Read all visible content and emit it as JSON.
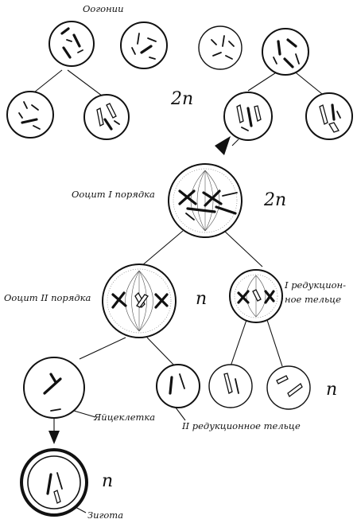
{
  "labels": {
    "oogonia": "Оогонии",
    "oocyte1": "Ооцит I порядка",
    "oocyte2": "Ооцит II порядка",
    "polar1_line1": "I редукцион-",
    "polar1_line2": "ное тельце",
    "egg": "Яйцеклетка",
    "polar2": "II редукционное тельце",
    "zygote": "Зигота"
  },
  "ploidy": {
    "oogonia": "2n",
    "oocyte1": "2n",
    "oocyte2": "n",
    "polar_bodies": "n",
    "zygote": "n"
  }
}
